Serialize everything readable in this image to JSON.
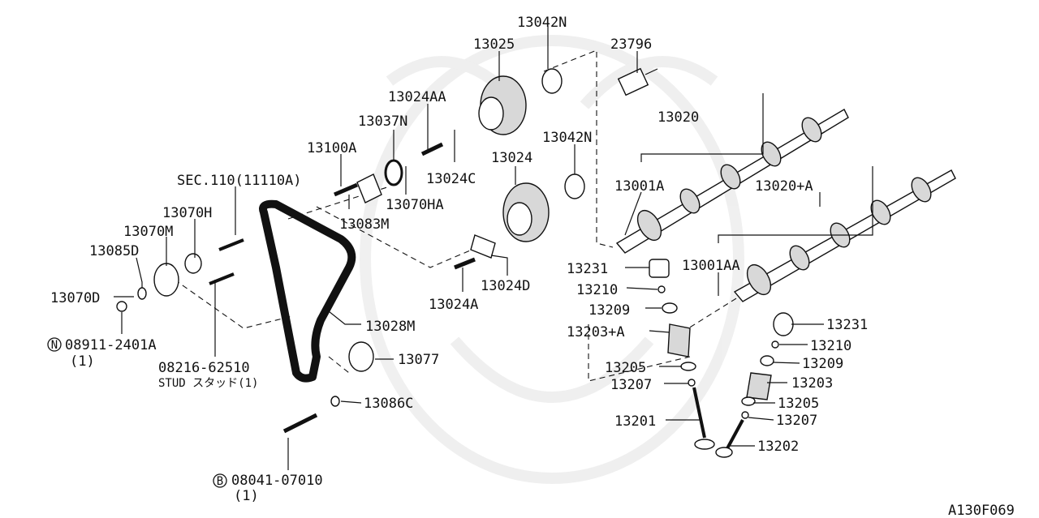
{
  "diagram_code": "A130F069",
  "labels": {
    "p13042N_top": "13042N",
    "p13025": "13025",
    "p23796": "23796",
    "p13024AA": "13024AA",
    "p13037N": "13037N",
    "p13020": "13020",
    "p13100A": "13100A",
    "p13042N_mid": "13042N",
    "p13024": "13024",
    "p13024C": "13024C",
    "sec110": "SEC.110(11110A)",
    "p13070HA": "13070HA",
    "p13001A": "13001A",
    "p13020A": "13020+A",
    "p13070H": "13070H",
    "p13083M": "13083M",
    "p13070M": "13070M",
    "p13085D": "13085D",
    "p13001AA": "13001AA",
    "p13231a": "13231",
    "p13024D": "13024D",
    "p13070D": "13070D",
    "p13210a": "13210",
    "p13024A": "13024A",
    "p13209a": "13209",
    "p13028M": "13028M",
    "p13203A": "13203+A",
    "p13231b": "13231",
    "p08911": "08911-2401A",
    "p08911_qty": "(1)",
    "p13210b": "13210",
    "p13077": "13077",
    "p13205a": "13205",
    "p13209b": "13209",
    "p08216": "08216-62510",
    "stud": "STUD スタッド(1)",
    "p13207a": "13207",
    "p13203": "13203",
    "p13086C": "13086C",
    "p13205b": "13205",
    "p13201": "13201",
    "p13207b": "13207",
    "p13202": "13202",
    "p08041": "08041-07010",
    "p08041_qty": "(1)",
    "circle_n": "N",
    "circle_b": "B"
  }
}
